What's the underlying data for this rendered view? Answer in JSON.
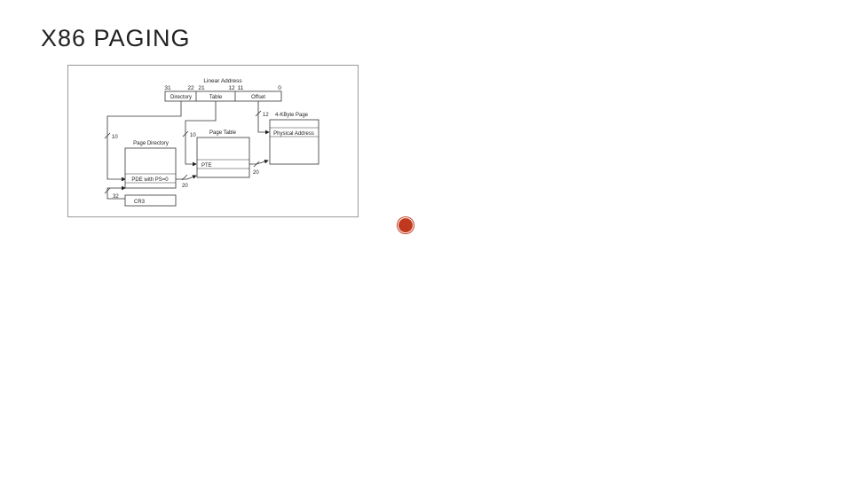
{
  "title": "X86 PAGING",
  "diagram": {
    "linear_address_label": "Linear Address",
    "bits": {
      "b31": "31",
      "b22": "22",
      "b21": "21",
      "b12": "12",
      "b11": "11",
      "b0": "0"
    },
    "fields": {
      "directory": "Directory",
      "table": "Table",
      "offset": "Offset"
    },
    "widths": {
      "w10a": "10",
      "w10b": "10",
      "w12": "12",
      "w20a": "20",
      "w20b": "20",
      "w32": "32"
    },
    "page_directory_label": "Page Directory",
    "pde_label": "PDE with PS=0",
    "page_table_label": "Page Table",
    "pte_label": "PTE",
    "page_label": "4-KByte Page",
    "physical_address_label": "Physical Address",
    "cr3_label": "CR3"
  },
  "bullet_color": "#c0391e"
}
